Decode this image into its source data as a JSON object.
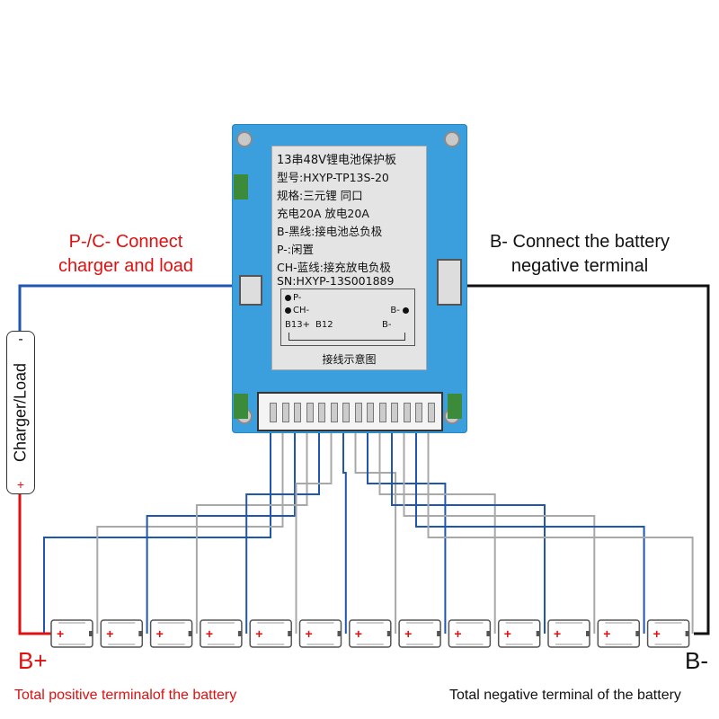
{
  "board": {
    "sticker_lines": [
      "13串48V锂电池保护板",
      "型号:HXYP-TP13S-20",
      "规格:三元锂  同口",
      "充电20A   放电20A",
      "B-黑线:接电池总负极",
      "P-:闲置",
      "CH-蓝线:接充放电负极",
      "SN:HXYP-13S001889"
    ],
    "schematic": {
      "p_label": "P-",
      "ch_label": "CH-",
      "b_label": "B-",
      "b13_label": "B13+",
      "b12_label": "B12",
      "bneg_label": "B-"
    },
    "caption": "接线示意图",
    "color": "#3a9fdc"
  },
  "labels": {
    "pc_line1": "P-/C- Connect",
    "pc_line2": "charger and load",
    "bneg_line1": "B- Connect the battery",
    "bneg_line2": "negative terminal",
    "bplus": "B+",
    "bminus": "B-",
    "total_pos": "Total positive terminalof the battery",
    "total_neg": "Total negative terminal of the battery",
    "charger_load": "Charger/Load",
    "charger_minus": "-",
    "charger_plus": "+"
  },
  "cells": {
    "count": 13,
    "plus_sign": "+"
  },
  "colors": {
    "positive": "#e01010",
    "negative": "#111111",
    "charge_line": "#1f56b0",
    "balance_blue": "#1f56b0",
    "balance_gray": "#a8a8a8"
  }
}
